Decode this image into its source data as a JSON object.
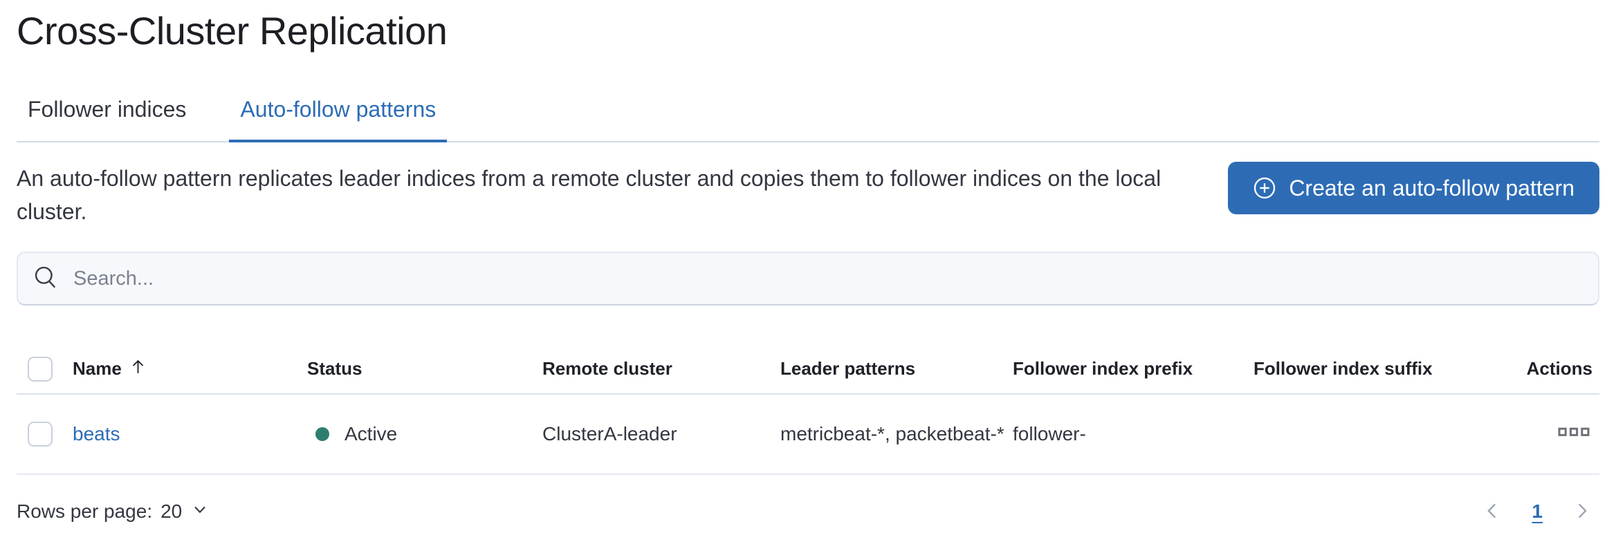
{
  "page": {
    "title": "Cross-Cluster Replication"
  },
  "tabs": [
    {
      "label": "Follower indices",
      "active": false
    },
    {
      "label": "Auto-follow patterns",
      "active": true
    }
  ],
  "description": "An auto-follow pattern replicates leader indices from a remote cluster and copies them to follower indices on the local cluster.",
  "create_button": {
    "label": "Create an auto-follow pattern",
    "icon": "plus-in-circle-icon"
  },
  "search": {
    "placeholder": "Search...",
    "value": "",
    "icon": "search-icon"
  },
  "table": {
    "columns": [
      "Name",
      "Status",
      "Remote cluster",
      "Leader patterns",
      "Follower index prefix",
      "Follower index suffix",
      "Actions"
    ],
    "sort": {
      "column": "Name",
      "direction": "ascending"
    },
    "rows": [
      {
        "name": "beats",
        "status": "Active",
        "remote_cluster": "ClusterA-leader",
        "leader_patterns": "metricbeat-*, packetbeat-*",
        "follower_index_prefix": "follower-",
        "follower_index_suffix": "",
        "actions_icon": "boxes-horizontal-icon"
      }
    ]
  },
  "footer": {
    "rows_per_page_label": "Rows per page:",
    "rows_per_page_value": "20",
    "pagination": {
      "current_page": "1"
    }
  },
  "colors": {
    "primary": "#2d6cb5",
    "button_text": "#ffffff",
    "title_text": "#1d1e24",
    "body_text": "#343741",
    "muted_text": "#7a828f",
    "status_active_dot": "#2e7e70",
    "tab_divider": "#d3dae6",
    "table_header_border": "#dce2ee",
    "table_row_border": "#e4e9f2",
    "search_bg": "#f7f8fb",
    "search_border": "#e3e8f1",
    "checkbox_border": "#c9d0dc",
    "icon_gray": "#9aa2af",
    "actions_icon": "#6e7177"
  }
}
